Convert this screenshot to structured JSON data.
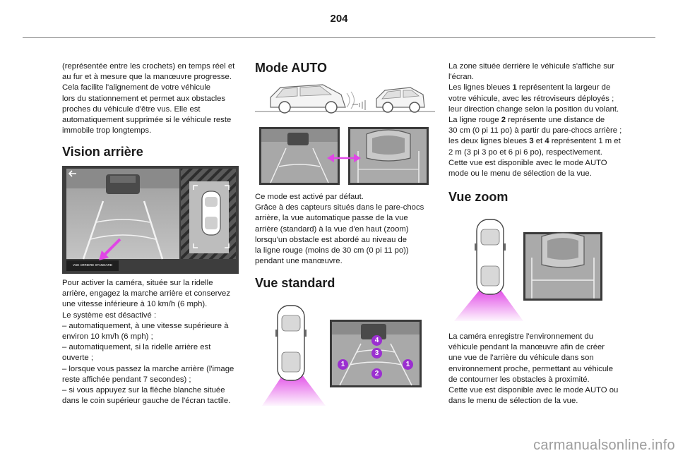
{
  "page": {
    "number": "204"
  },
  "intro": {
    "lines": [
      "(représentée entre les crochets) en temps réel et",
      "au fur et à mesure que la manœuvre progresse.",
      "Cela facilite l'alignement de votre véhicule",
      "lors du stationnement et permet aux obstacles",
      "proches du véhicule d'être vus. Elle est",
      "automatiquement supprimée si le véhicule reste",
      "immobile trop longtemps."
    ]
  },
  "vision_arriere": {
    "heading": "Vision arrière",
    "screen_caption": "VUE ARRIERE STANDARD",
    "lines": [
      "Pour activer la caméra, située sur la ridelle",
      "arrière, engagez la marche arrière et conservez",
      "une vitesse inférieure à 10 km/h (6 mph).",
      "Le système est désactivé :",
      "–  automatiquement, à une vitesse supérieure à",
      "environ 10 km/h (6 mph) ;",
      "–  automatiquement, si la ridelle arrière est",
      "ouverte ;",
      "–  lorsque vous passez la marche arrière (l'image",
      "reste affichée pendant 7 secondes) ;",
      "–  si vous appuyez sur la flèche blanche située",
      "dans le coin supérieur gauche de l'écran tactile."
    ]
  },
  "mode_auto": {
    "heading": "Mode AUTO",
    "lines": [
      "Ce mode est activé par défaut.",
      "Grâce à des capteurs situés dans le pare-chocs",
      "arrière, la vue automatique passe de la vue",
      "arrière (standard) à la vue d'en haut (zoom)",
      "lorsqu'un obstacle est abordé au niveau de",
      "la ligne rouge (moins de 30 cm (0 pi 11 po))",
      "pendant une manœuvre."
    ]
  },
  "vue_standard": {
    "heading": "Vue standard",
    "markers": [
      "1",
      "2",
      "3",
      "4",
      "1"
    ]
  },
  "right_top": {
    "lines": [
      "La zone située derrière le véhicule s'affiche sur",
      "l'écran.",
      [
        {
          "t": "Les lignes bleues "
        },
        {
          "t": "1",
          "b": true
        },
        {
          "t": " représentent la largeur de"
        }
      ],
      "votre véhicule, avec les rétroviseurs déployés ;",
      "leur direction change selon la position du volant.",
      [
        {
          "t": "La ligne rouge "
        },
        {
          "t": "2",
          "b": true
        },
        {
          "t": " représente une distance de"
        }
      ],
      "30 cm (0 pi 11 po) à partir du pare-chocs arrière ;",
      [
        {
          "t": "les deux lignes bleues "
        },
        {
          "t": "3",
          "b": true
        },
        {
          "t": " et "
        },
        {
          "t": "4",
          "b": true
        },
        {
          "t": " représentent 1 m et"
        }
      ],
      "2 m (3 pi 3 po et 6 pi 6 po), respectivement.",
      "Cette vue est disponible avec le mode AUTO",
      "mode ou le menu de sélection de la vue."
    ]
  },
  "vue_zoom": {
    "heading": "Vue zoom",
    "lines": [
      "La caméra enregistre l'environnement du",
      "véhicule pendant la manœuvre afin de créer",
      "une vue de l'arrière du véhicule dans son",
      "environnement proche, permettant au véhicule",
      "de contourner les obstacles à proximité.",
      "Cette vue est disponible avec le mode AUTO ou",
      "dans le menu de sélection de la vue."
    ]
  },
  "footer": {
    "watermark": "carmanualsonline.info"
  },
  "colors": {
    "magenta": "#e046e6",
    "marker_purple": "#9b2fd0",
    "screen_gray": "#b9b9b9",
    "hatch_dark": "#3a3a3a"
  },
  "icons": [
    "back-arrow-icon",
    "magenta-pointer-arrow-icon",
    "double-arrow-icon"
  ]
}
